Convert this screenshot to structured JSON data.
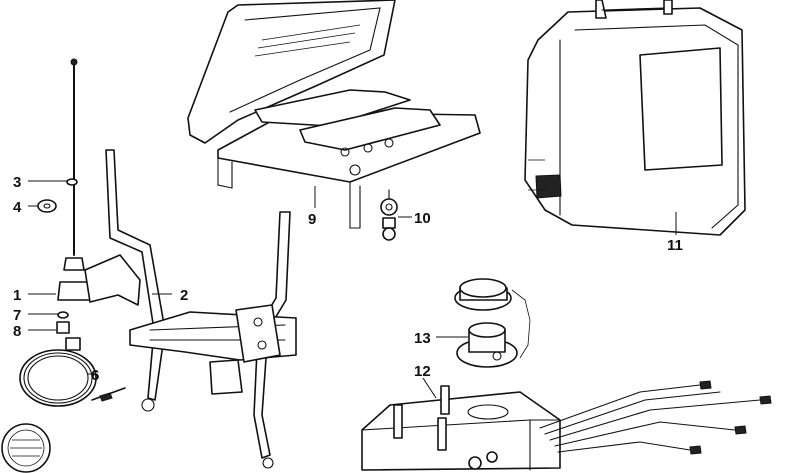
{
  "callouts": [
    {
      "id": "1",
      "label": "1"
    },
    {
      "id": "2",
      "label": "2"
    },
    {
      "id": "3",
      "label": "3"
    },
    {
      "id": "4",
      "label": "4"
    },
    {
      "id": "6",
      "label": "6"
    },
    {
      "id": "7",
      "label": "7"
    },
    {
      "id": "8",
      "label": "8"
    },
    {
      "id": "9",
      "label": "9"
    },
    {
      "id": "10",
      "label": "10"
    },
    {
      "id": "11",
      "label": "11"
    },
    {
      "id": "12",
      "label": "12"
    },
    {
      "id": "13",
      "label": "13"
    }
  ]
}
